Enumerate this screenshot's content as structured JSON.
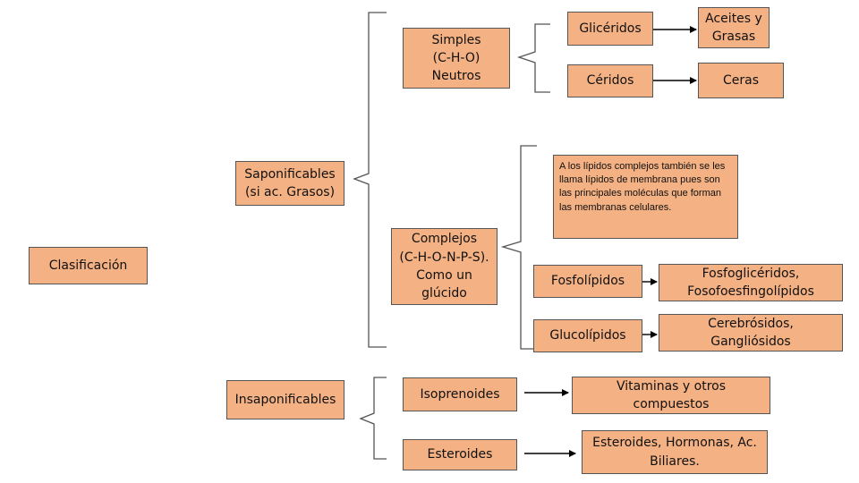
{
  "nodes": {
    "clasificacion": "Clasificación",
    "saponificables": "Saponificables\n(si ac. Grasos)",
    "insaponificables": "Insaponificables",
    "simples": "Simples\n(C-H-O)\nNeutros",
    "complejos": "Complejos\n(C-H-O-N-P-S).\nComo un\nglúcido",
    "gliceridos": "Glicéridos",
    "ceridos": "Céridos",
    "aceites_grasas": "Aceites y\nGrasas",
    "ceras": "Ceras",
    "nota_complejos": "A los lípidos complejos también se les llama lípidos de membrana pues son las principales moléculas que forman las membranas celulares.",
    "fosfolipidos": "Fosfolípidos",
    "glucolipidos": "Glucolípidos",
    "fosfogliceridos": "Fosfoglicéridos,\nFosofoesfingolípidos",
    "cerebrosidos": "Cerebrósidos,\nGangliósidos",
    "isoprenoides": "Isoprenoides",
    "esteroides": "Esteroides",
    "vitaminas": "Vitaminas y otros\ncompuestos",
    "esteroides_hormonas": "Esteroides, Hormonas, Ac.\nBiliares."
  },
  "colors": {
    "box_fill": "#f4b183",
    "box_border": "#555555",
    "bracket_stroke": "#555555",
    "arrow_stroke": "#000000"
  }
}
